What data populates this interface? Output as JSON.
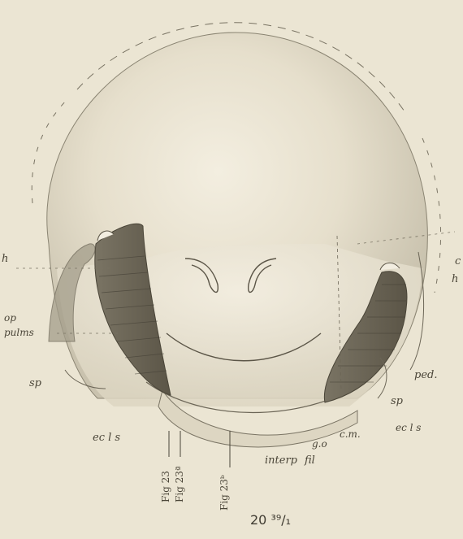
{
  "labels": {
    "h_left": "h",
    "op": "op",
    "pulms": "pulms",
    "sp_left": "sp",
    "ecl_left": "ec l s",
    "fig23": "Fig 23",
    "fig23a": "Fig 23ª",
    "fig23b": "Fig 23ᵇ",
    "interp": "interp",
    "fil": "fil",
    "go": "g.o",
    "cm": "c.m.",
    "ecl_right": "ec l s",
    "sp_right": "sp",
    "ped": "ped.",
    "h_right": "h",
    "c_right": "c"
  },
  "caption": "20 ³⁹/₁",
  "colors": {
    "paper": "#ebe5d3",
    "ink": "#4a4538",
    "shading": "#6b6556"
  }
}
